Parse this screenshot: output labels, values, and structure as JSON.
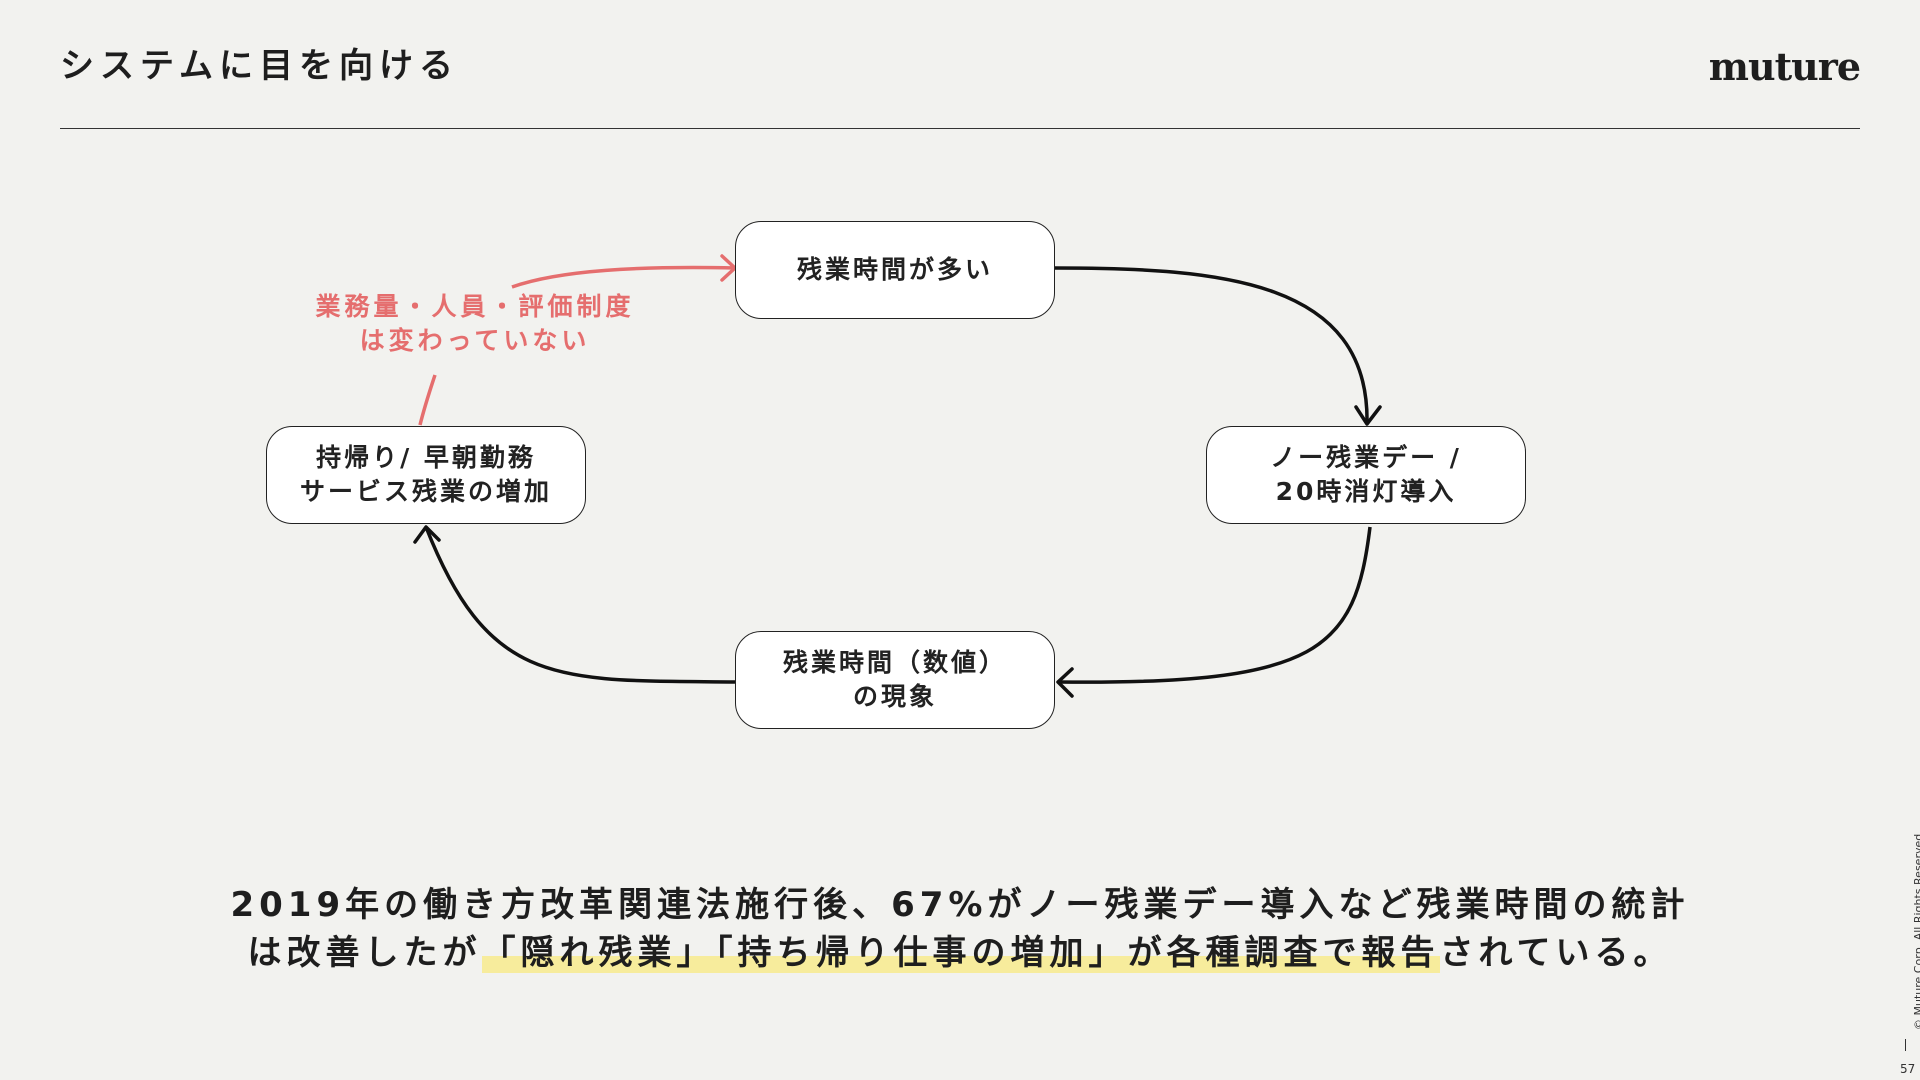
{
  "header": {
    "title": "システムに目を向ける",
    "logo": "muture"
  },
  "diagram": {
    "nodes": {
      "top": "残業時間が多い",
      "right": "ノー残業デー /\n20時消灯導入",
      "bottom": "残業時間（数値）\nの現象",
      "left": "持帰り/ 早朝勤務\nサービス残業の増加"
    },
    "side_note": "業務量・人員・評価制度\nは変わっていない",
    "colors": {
      "arrow": "#111111",
      "side_note": "#e56e6e",
      "highlight": "#f7ec9c"
    }
  },
  "summary": {
    "line1": "2019年の働き方改革関連法施行後、67%がノー残業デー導入など残業時間の統計",
    "line2_prefix": "は改善したが",
    "line2_highlight": "「隠れ残業」「持ち帰り仕事の増加」が各種調査で報告",
    "line2_suffix": "されている。"
  },
  "footer": {
    "copyright": "© Muture Corp. All Rights Reserved.",
    "page_number": "57"
  }
}
